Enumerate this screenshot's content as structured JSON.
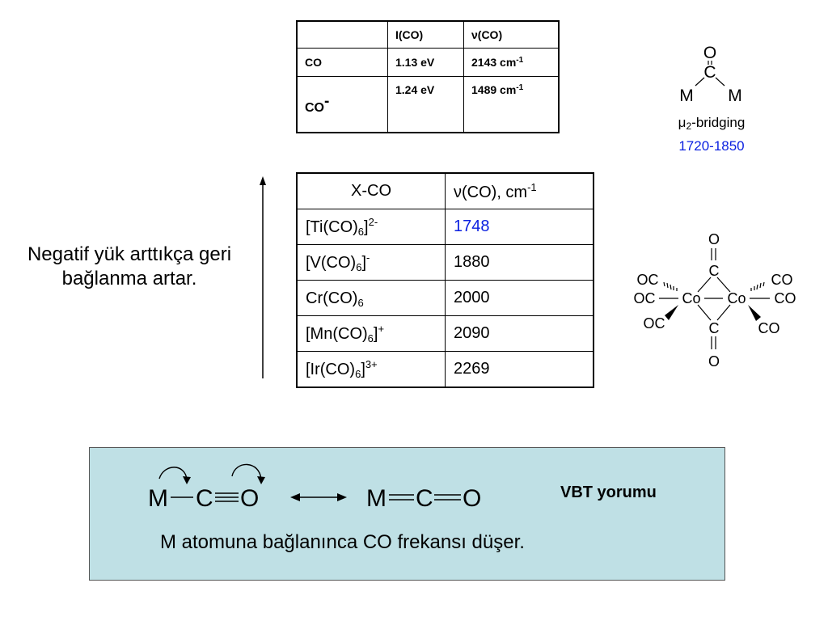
{
  "ionization_table": {
    "header": [
      "",
      "I(CO)",
      "ν(CO)"
    ],
    "rows": [
      {
        "species": "CO",
        "ionization": "1.13 eV",
        "frequency": "2143 cm",
        "frequency_unit_exp": "-1"
      },
      {
        "species": "CO",
        "species_charge": "-",
        "ionization": "1.24 eV",
        "frequency": "1489 cm",
        "frequency_unit_exp": "-1"
      }
    ]
  },
  "bridging": {
    "atom_o": "O",
    "atom_c": "C",
    "atom_m1": "M",
    "atom_m2": "M",
    "label_mu": "μ",
    "label_sub": "2",
    "label_rest": "-bridging",
    "range": "1720-1850",
    "range_color": "#0a1fe0"
  },
  "arrow_text": "Negatif yük arttıkça geri bağlanma artar.",
  "frequency_table": {
    "header_left": "X-CO",
    "header_right": "ν(CO), cm",
    "header_right_exp": "-1",
    "rows": [
      {
        "pre": "[Ti(CO)",
        "sub": "6",
        "post": "]",
        "sup": "2-",
        "value": "1748",
        "highlight": true
      },
      {
        "pre": "[V(CO)",
        "sub": "6",
        "post": "]",
        "sup": "-",
        "value": "1880"
      },
      {
        "pre": "Cr(CO)",
        "sub": "6",
        "post": "",
        "sup": "",
        "value": "2000"
      },
      {
        "pre": "[Mn(CO)",
        "sub": "6",
        "post": "]",
        "sup": "+",
        "value": "2090"
      },
      {
        "pre": "[Ir(CO)",
        "sub": "6",
        "post": "]",
        "sup": "3+",
        "value": "2269"
      }
    ]
  },
  "co2co8": {
    "o_top": "O",
    "c_top": "C",
    "c_bottom": "C",
    "o_bottom": "O",
    "co_left": "Co",
    "co_right": "Co",
    "oc_upper_left": "OC",
    "oc_mid_left": "OC",
    "oc_lower_left": "OC",
    "co_upper_right": "CO",
    "co_mid_right": "CO",
    "co_lower_right": "CO"
  },
  "vbt": {
    "left_m": "M",
    "left_c": "C",
    "left_o": "O",
    "right_m": "M",
    "right_c": "C",
    "right_o": "O",
    "title": "VBT yorumu",
    "caption": "M atomuna bağlanınca CO frekansı düşer."
  }
}
